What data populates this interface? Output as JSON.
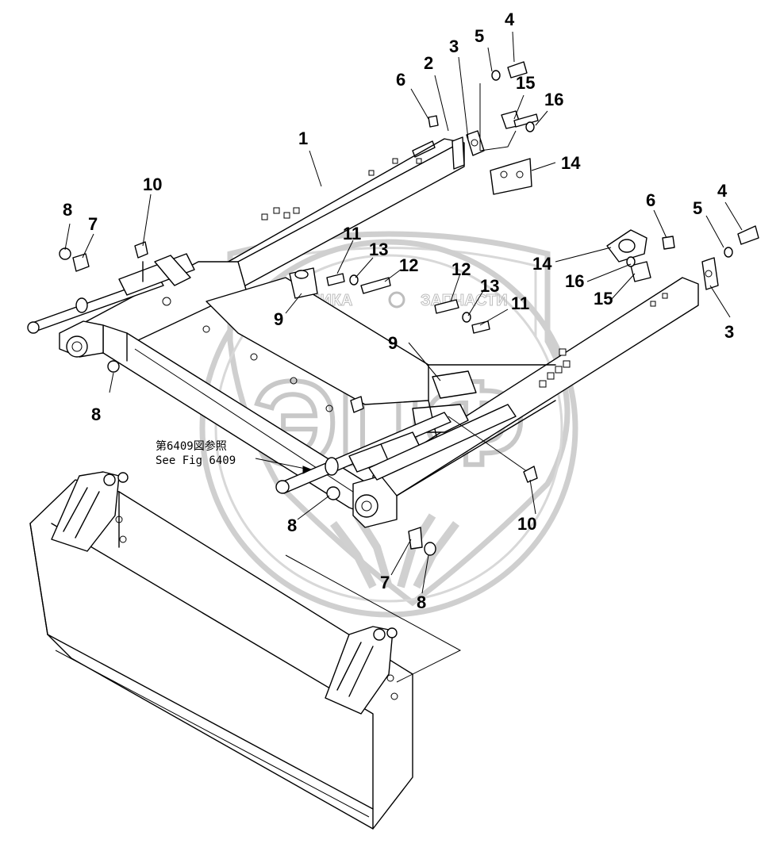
{
  "watermark": {
    "big_text": "ЭПФ",
    "left_text": "ТЕХНИКА",
    "right_text": "ЗАПЧАСТИ"
  },
  "reference_note": {
    "line1": "第6409図参照",
    "line2": "See Fig 6409"
  },
  "callouts": [
    {
      "id": "c1",
      "label": "1"
    },
    {
      "id": "c2",
      "label": "2"
    },
    {
      "id": "c3a",
      "label": "3"
    },
    {
      "id": "c3b",
      "label": "3"
    },
    {
      "id": "c4a",
      "label": "4"
    },
    {
      "id": "c4b",
      "label": "4"
    },
    {
      "id": "c5a",
      "label": "5"
    },
    {
      "id": "c5b",
      "label": "5"
    },
    {
      "id": "c6a",
      "label": "6"
    },
    {
      "id": "c6b",
      "label": "6"
    },
    {
      "id": "c7a",
      "label": "7"
    },
    {
      "id": "c7b",
      "label": "7"
    },
    {
      "id": "c8a",
      "label": "8"
    },
    {
      "id": "c8b",
      "label": "8"
    },
    {
      "id": "c8c",
      "label": "8"
    },
    {
      "id": "c8d",
      "label": "8"
    },
    {
      "id": "c9a",
      "label": "9"
    },
    {
      "id": "c9b",
      "label": "9"
    },
    {
      "id": "c10a",
      "label": "10"
    },
    {
      "id": "c10b",
      "label": "10"
    },
    {
      "id": "c11a",
      "label": "11"
    },
    {
      "id": "c11b",
      "label": "11"
    },
    {
      "id": "c12a",
      "label": "12"
    },
    {
      "id": "c12b",
      "label": "12"
    },
    {
      "id": "c13a",
      "label": "13"
    },
    {
      "id": "c13b",
      "label": "13"
    },
    {
      "id": "c14a",
      "label": "14"
    },
    {
      "id": "c14b",
      "label": "14"
    },
    {
      "id": "c15a",
      "label": "15"
    },
    {
      "id": "c15b",
      "label": "15"
    },
    {
      "id": "c16a",
      "label": "16"
    },
    {
      "id": "c16b",
      "label": "16"
    }
  ]
}
